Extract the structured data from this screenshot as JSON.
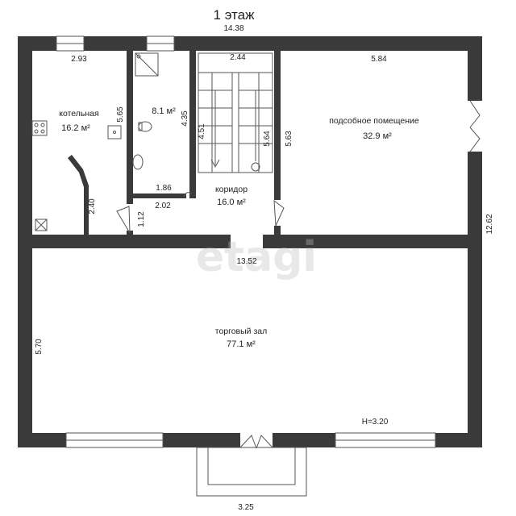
{
  "title": "1 этаж",
  "rooms": {
    "boiler": {
      "name": "котельная",
      "area": "16.2 м²"
    },
    "bath": {
      "area": "8.1 м²"
    },
    "corridor": {
      "name": "коридор",
      "area": "16.0 м²"
    },
    "utility": {
      "name": "подсобное помещение",
      "area": "32.9 м²"
    },
    "hall": {
      "name": "торговый зал",
      "area": "77.1 м²"
    }
  },
  "dimensions": {
    "top_total": "14.38",
    "boiler_width": "2.93",
    "stair_width": "2.44",
    "utility_width": "5.84",
    "boiler_height": "5.65",
    "bath_height": "4.35",
    "stair_left": "4.51",
    "stair_right": "5.64",
    "utility_height": "5.63",
    "bath_bottom": "1.86",
    "door_width": "2.02",
    "boiler_door_wall": "2.40",
    "door_wall": "1.12",
    "right_total": "12.62",
    "middle_wall": "13.52",
    "hall_height": "5.70",
    "ceiling_height": "H=3.20",
    "porch_width": "3.25"
  },
  "watermark": "etagi",
  "colors": {
    "wall": "#3a3a3a",
    "line": "#555555"
  }
}
